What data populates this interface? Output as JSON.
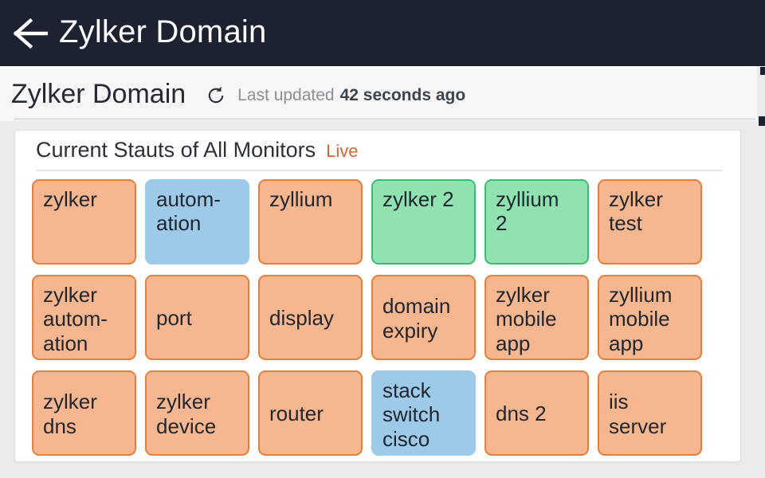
{
  "appbar": {
    "back_icon": "arrow-left-icon",
    "title": "Zylker Domain"
  },
  "subheader": {
    "title": "Zylker Domain",
    "refresh_icon": "refresh-icon",
    "last_updated_label": "Last updated",
    "last_updated_value": "42 seconds ago"
  },
  "card": {
    "title": "Current Stauts of All Monitors",
    "live_label": "Live",
    "colors": {
      "orange_fill": "#F6B68F",
      "orange_border": "#E2803F",
      "green_fill": "#90E3B1",
      "green_border": "#3EBB72",
      "blue_fill": "#9ECAE9",
      "live_text": "#D9643A",
      "appbar_bg": "#1C2230"
    },
    "monitors": [
      {
        "label": "zylker",
        "status": "orange",
        "align": "top"
      },
      {
        "label": "autom-\nation",
        "status": "blue",
        "align": "top"
      },
      {
        "label": "zyllium",
        "status": "orange",
        "align": "top"
      },
      {
        "label": "zylker 2",
        "status": "green",
        "align": "top"
      },
      {
        "label": "zyllium\n2",
        "status": "green",
        "align": "top"
      },
      {
        "label": "zylker\ntest",
        "status": "orange",
        "align": "top"
      },
      {
        "label": "zylker\nautom-\nation",
        "status": "orange",
        "align": "top"
      },
      {
        "label": "port",
        "status": "orange",
        "align": "center"
      },
      {
        "label": "display",
        "status": "orange",
        "align": "center"
      },
      {
        "label": "domain\nexpiry",
        "status": "orange",
        "align": "center"
      },
      {
        "label": "zylker\nmobile\napp",
        "status": "orange",
        "align": "top"
      },
      {
        "label": "zyllium\nmobile\napp",
        "status": "orange",
        "align": "top"
      },
      {
        "label": "zylker\ndns",
        "status": "orange",
        "align": "center"
      },
      {
        "label": "zylker\ndevice",
        "status": "orange",
        "align": "center"
      },
      {
        "label": "router",
        "status": "orange",
        "align": "center"
      },
      {
        "label": "stack\nswitch\ncisco",
        "status": "blue",
        "align": "top"
      },
      {
        "label": "dns 2",
        "status": "orange",
        "align": "center"
      },
      {
        "label": "iis\nserver",
        "status": "orange",
        "align": "center"
      }
    ]
  }
}
